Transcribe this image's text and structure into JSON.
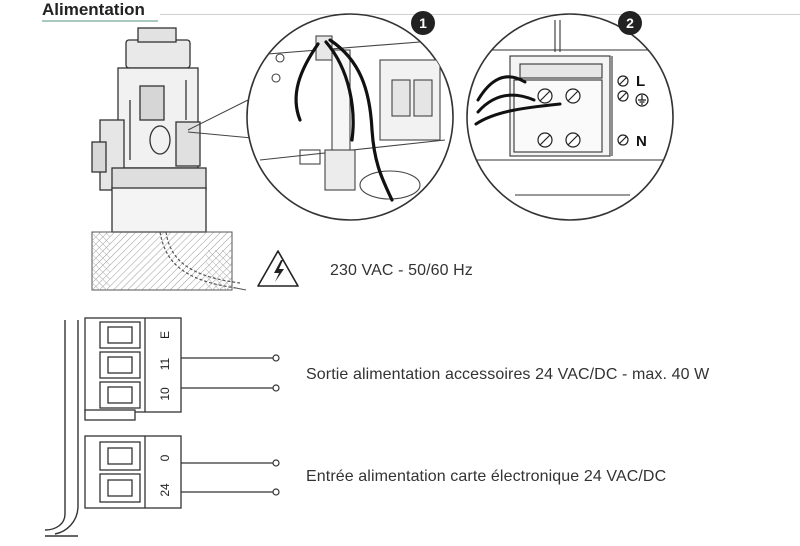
{
  "header": {
    "title": "Alimentation"
  },
  "badges": {
    "one": "1",
    "two": "2"
  },
  "terminal_marks": {
    "L": "L",
    "N": "N"
  },
  "power": {
    "voltage_text": "230 VAC - 50/60 Hz"
  },
  "terminals_top": {
    "e": "E",
    "t11": "11",
    "t10": "10"
  },
  "terminals_bottom": {
    "t0": "0",
    "t24": "24"
  },
  "labels": {
    "accessories": "Sortie alimentation accessoires 24 VAC/DC - max. 40 W",
    "board": "Entrée alimentation carte électronique 24 VAC/DC"
  },
  "colors": {
    "line": "#333333",
    "badge": "#222222",
    "hatch": "#9a9a9a"
  },
  "icons": {
    "warning": "high-voltage-warning-icon"
  }
}
